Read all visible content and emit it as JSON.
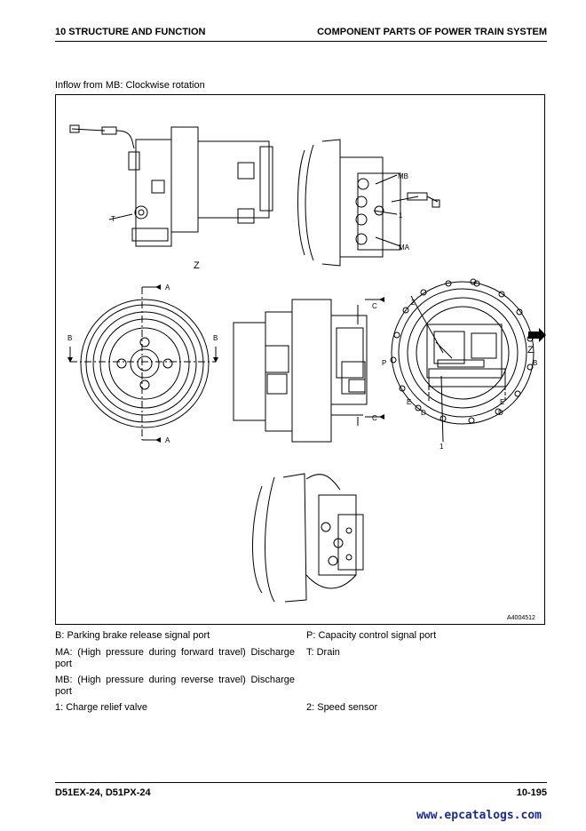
{
  "header": {
    "section": "10 STRUCTURE AND FUNCTION",
    "title": "COMPONENT PARTS OF POWER TRAIN SYSTEM"
  },
  "intro": "Inflow from MB: Clockwise rotation",
  "figure": {
    "code": "A4004512",
    "labels": {
      "T": "T",
      "Z": "Z",
      "MB": "MB",
      "MA": "MA",
      "one": "1",
      "two": "2",
      "A": "A",
      "B": "B",
      "C": "C",
      "P": "P",
      "D": "D",
      "E": "E"
    }
  },
  "legend": [
    {
      "text": "B: Parking brake release signal port"
    },
    {
      "text": "P: Capacity control signal port"
    },
    {
      "text": "MA: (High pressure during forward travel) Discharge port"
    },
    {
      "text": "T: Drain"
    },
    {
      "text": "MB: (High pressure during reverse travel) Discharge port"
    },
    {
      "text": "1: Charge relief valve"
    },
    {
      "text": "2: Speed sensor"
    }
  ],
  "footer": {
    "model": "D51EX-24, D51PX-24",
    "page": "10-195"
  },
  "watermark": "www.epcatalogs.com"
}
